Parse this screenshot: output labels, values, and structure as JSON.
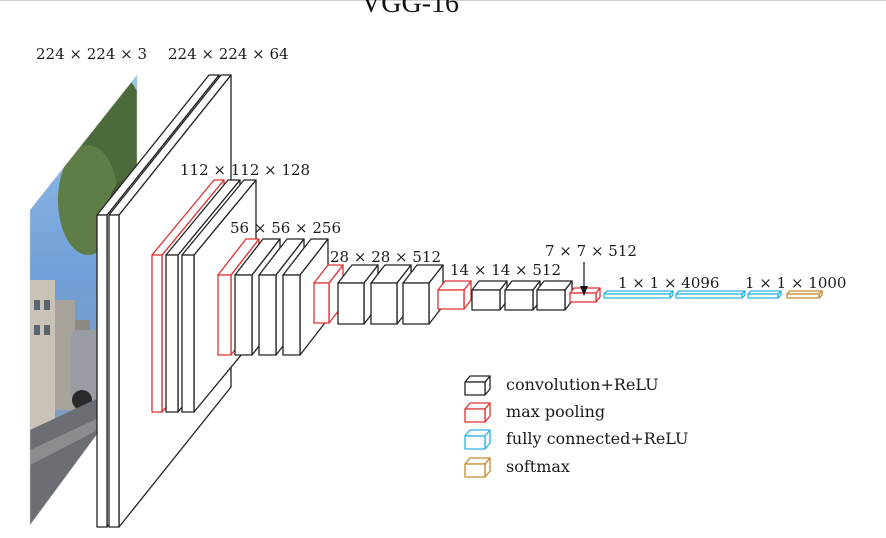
{
  "title": "VGG-16",
  "dimension_labels": {
    "input": "224 × 224 × 3",
    "conv1": "224 × 224 × 64",
    "conv2": "112 × 112 × 128",
    "conv3": "56 × 56 × 256",
    "conv4": "28 × 28 × 512",
    "conv5": "14 × 14 × 512",
    "pool5": "7 × 7 × 512",
    "fc": "1 × 1 × 4096",
    "softmax": "1 × 1 × 1000"
  },
  "legend": [
    {
      "label": "convolution+ReLU",
      "color": "#222222"
    },
    {
      "label": "max pooling",
      "color": "#e03030"
    },
    {
      "label": "fully connected+ReLU",
      "color": "#2ab4e0"
    },
    {
      "label": "softmax",
      "color": "#c88a2e"
    }
  ],
  "colors": {
    "conv": "#222222",
    "pool": "#e03030",
    "fc": "#2ab4e0",
    "softmax": "#c88a2e"
  },
  "input_image": "street-photo"
}
